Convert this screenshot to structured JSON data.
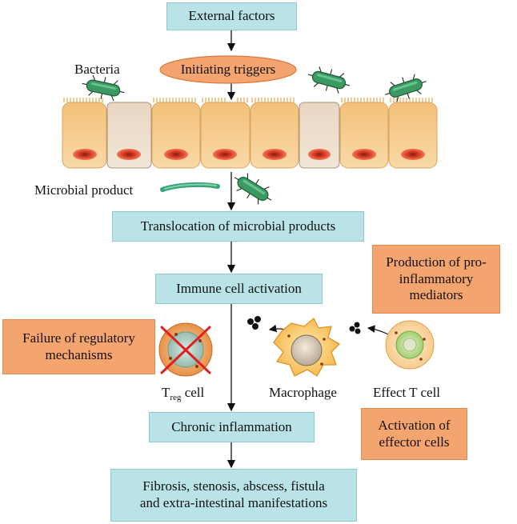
{
  "boxes": {
    "external_factors": "External factors",
    "initiating_triggers": "Initiating triggers",
    "translocation": "Translocation of microbial products",
    "immune_activation": "Immune cell activation",
    "chronic_inflammation": "Chronic inflammation",
    "outcomes_line1": "Fibrosis, stenosis, abscess, fistula",
    "outcomes_line2": "and extra-intestinal manifestations",
    "production_line1": "Production of pro-",
    "production_line2": "inflammatory",
    "production_line3": "mediators",
    "failure_line1": "Failure of regulatory",
    "failure_line2": "mechanisms",
    "activation_line1": "Activation of",
    "activation_line2": "effector cells"
  },
  "labels": {
    "bacteria": "Bacteria",
    "microbial_product": "Microbial product",
    "treg_main": "T",
    "treg_sub": "reg",
    "treg_suffix": " cell",
    "macrophage": "Macrophage",
    "effect_t_cell": "Effect T cell"
  },
  "colors": {
    "teal_box": "#b9e3e6",
    "orange_box": "#f4a46e",
    "epithelial_cell": "#f6c98a",
    "goblet_cell": "#efe1d0",
    "nucleus": "#e0452e",
    "bacteria": "#3a9a62"
  }
}
